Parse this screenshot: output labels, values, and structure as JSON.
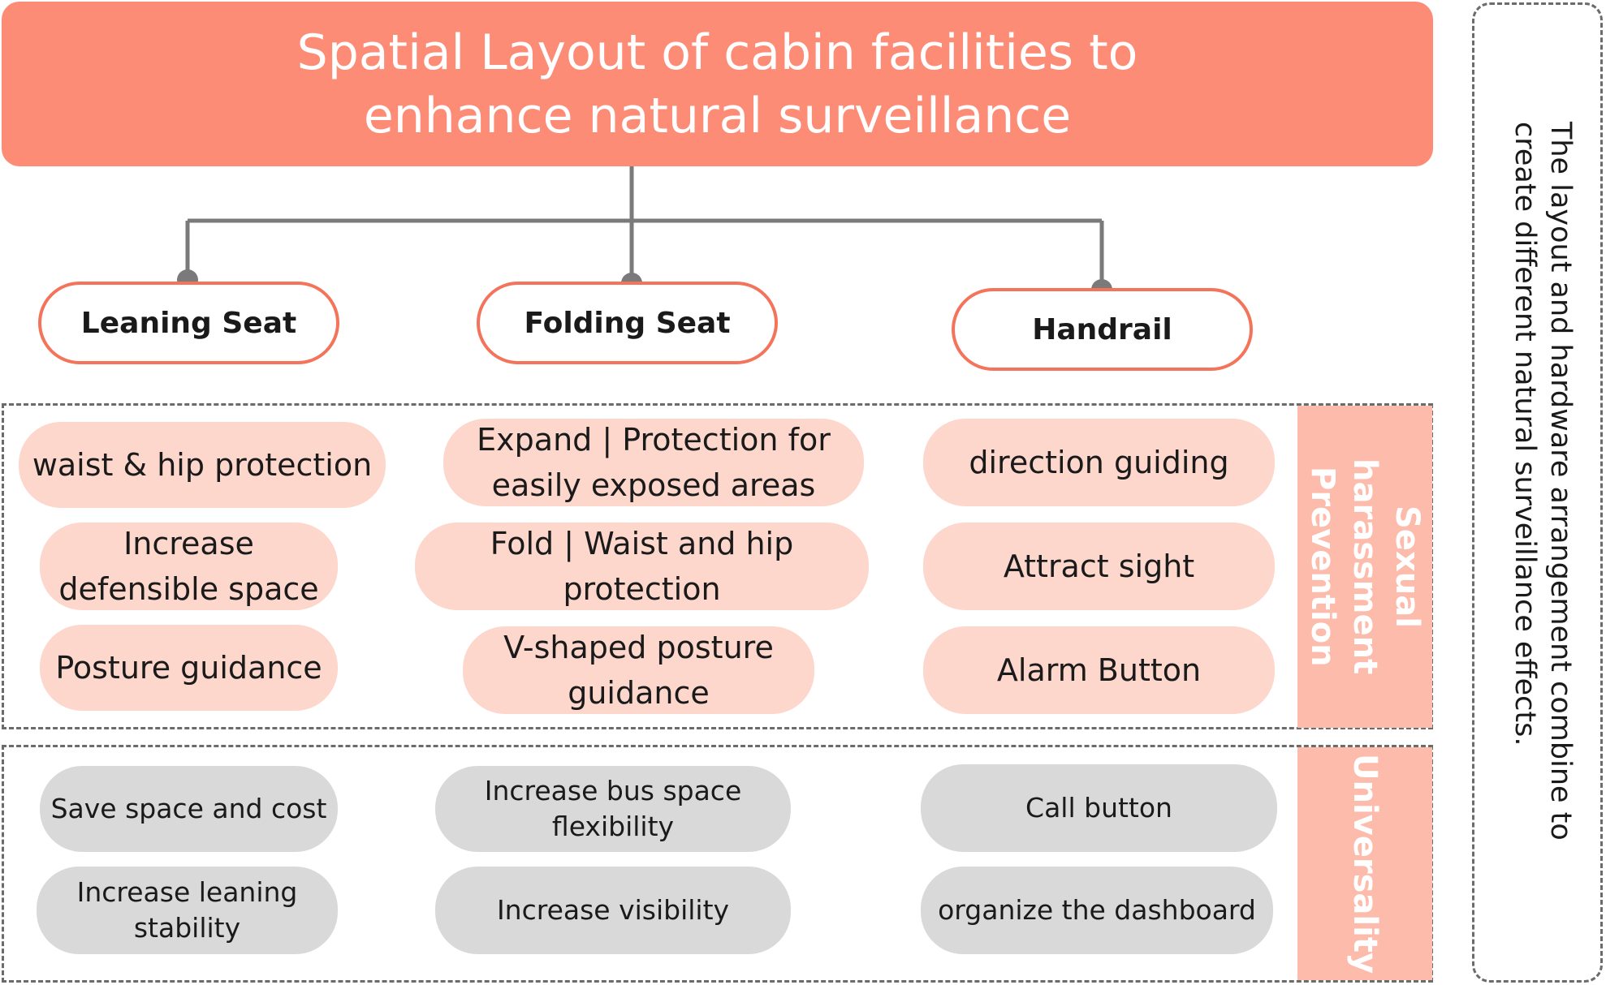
{
  "title": "Spatial Layout of cabin facilities to\nenhance natural surveillance",
  "categories": [
    "Leaning Seat",
    "Folding Seat",
    "Handrail"
  ],
  "bands": {
    "sexual_harassment": "Sexual harassment\nPrevention",
    "universality": "Universality"
  },
  "sexual_harassment_items": {
    "leaning_seat": [
      "waist & hip protection",
      "Increase\ndefensible space",
      "Posture guidance"
    ],
    "folding_seat": [
      "Expand | Protection for\neasily exposed areas",
      "Fold | Waist and hip protection",
      "V-shaped posture\nguidance"
    ],
    "handrail": [
      "direction  guiding",
      "Attract sight",
      "Alarm Button"
    ]
  },
  "universality_items": {
    "leaning_seat": [
      "Save space and cost",
      "Increase leaning stability"
    ],
    "folding_seat": [
      "Increase bus space flexibility",
      "Increase visibility"
    ],
    "handrail": [
      "Call button",
      "organize the dashboard"
    ]
  },
  "side_note": "The layout and hardware arrangement combine to create different natural surveillance effects.",
  "colors": {
    "title_bg": "#fd8c77",
    "category_border": "#f4735b",
    "pink_item": "#fdd6cc",
    "gray_item": "#d9d9d9",
    "band": "#fdbbab",
    "connector": "#7a7a7a"
  }
}
